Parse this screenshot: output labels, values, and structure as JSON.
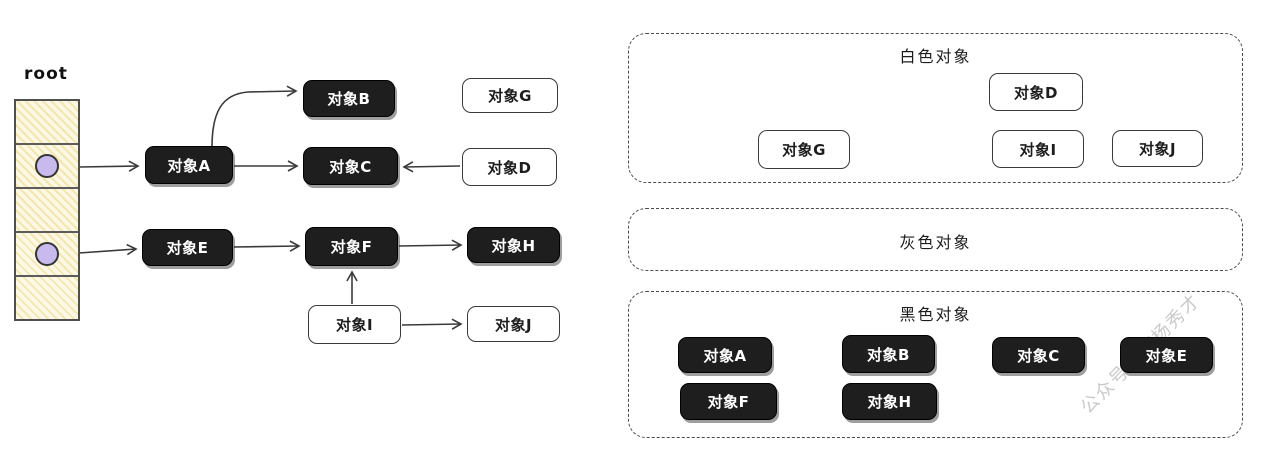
{
  "graph": {
    "root_label": "root",
    "stack": {
      "cell_count": 5,
      "pointer_cell_indices": [
        1,
        3
      ]
    },
    "nodes": {
      "a": {
        "label": "对象A",
        "color": "black"
      },
      "b": {
        "label": "对象B",
        "color": "black"
      },
      "c": {
        "label": "对象C",
        "color": "black"
      },
      "d": {
        "label": "对象D",
        "color": "white"
      },
      "e": {
        "label": "对象E",
        "color": "black"
      },
      "f": {
        "label": "对象F",
        "color": "black"
      },
      "g": {
        "label": "对象G",
        "color": "white"
      },
      "h": {
        "label": "对象H",
        "color": "black"
      },
      "i": {
        "label": "对象I",
        "color": "white"
      },
      "j": {
        "label": "对象J",
        "color": "white"
      }
    },
    "edges": [
      "root-cell2 -> 对象A",
      "root-cell4 -> 对象E",
      "对象A -> 对象B",
      "对象A -> 对象C",
      "对象D -> 对象C",
      "对象E -> 对象F",
      "对象F -> 对象H",
      "对象I -> 对象F",
      "对象I -> 对象J"
    ]
  },
  "panels": {
    "white": {
      "title": "白色对象",
      "items": [
        "对象G",
        "对象D",
        "对象I",
        "对象J"
      ]
    },
    "gray": {
      "title": "灰色对象",
      "items": []
    },
    "black": {
      "title": "黑色对象",
      "items": [
        "对象A",
        "对象B",
        "对象C",
        "对象E",
        "对象F",
        "对象H"
      ]
    }
  },
  "watermark": "公众号：IT杨秀才",
  "colors": {
    "node_black": "#1e1e1e",
    "node_white": "#ffffff",
    "stroke": "#3a3a3a",
    "stack_fill": "#fdf8e3",
    "stack_hatch": "#f3e6b3",
    "pointer_dot": "#c8baec",
    "watermark": "#c9c9c9"
  }
}
